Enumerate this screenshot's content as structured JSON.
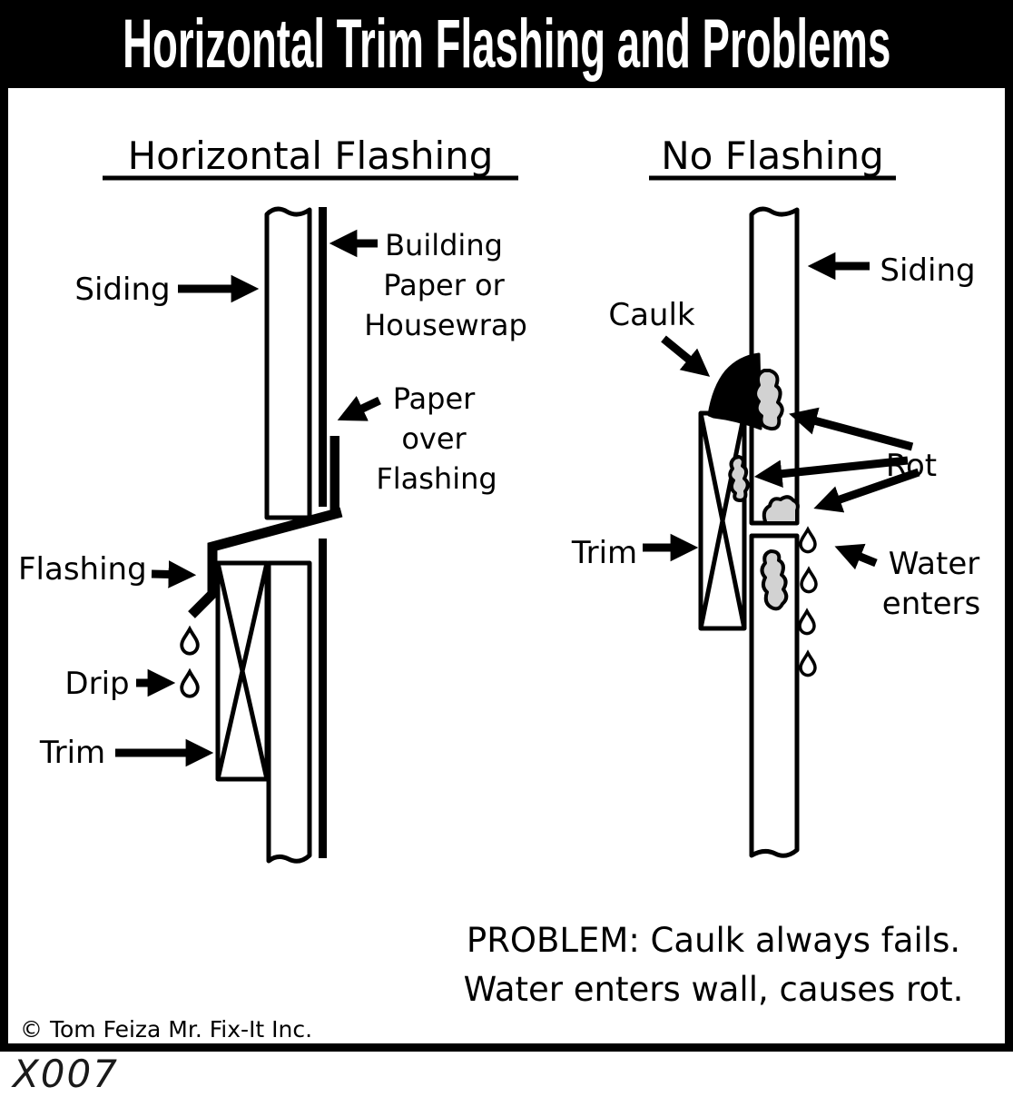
{
  "title": "Horizontal Trim Flashing and Problems",
  "colors": {
    "ink": "#000000",
    "background": "#ffffff",
    "title_bar_bg": "#000000",
    "title_bar_fg": "#ffffff",
    "rot_fill": "#d2d2d2"
  },
  "left_panel": {
    "heading": "Horizontal Flashing",
    "labels": {
      "siding": "Siding",
      "building_paper": [
        "Building",
        "Paper or",
        "Housewrap"
      ],
      "paper_over_flashing": [
        "Paper",
        "over",
        "Flashing"
      ],
      "flashing": "Flashing",
      "drip": "Drip",
      "trim": "Trim"
    }
  },
  "right_panel": {
    "heading": "No Flashing",
    "labels": {
      "siding": "Siding",
      "caulk": "Caulk",
      "rot": "Rot",
      "trim": "Trim",
      "water_enters": [
        "Water",
        "enters"
      ]
    }
  },
  "problem_note": [
    "PROBLEM: Caulk always fails.",
    "Water enters wall, causes rot."
  ],
  "copyright": "© Tom Feiza Mr. Fix-It Inc.",
  "figure_id": "X007"
}
